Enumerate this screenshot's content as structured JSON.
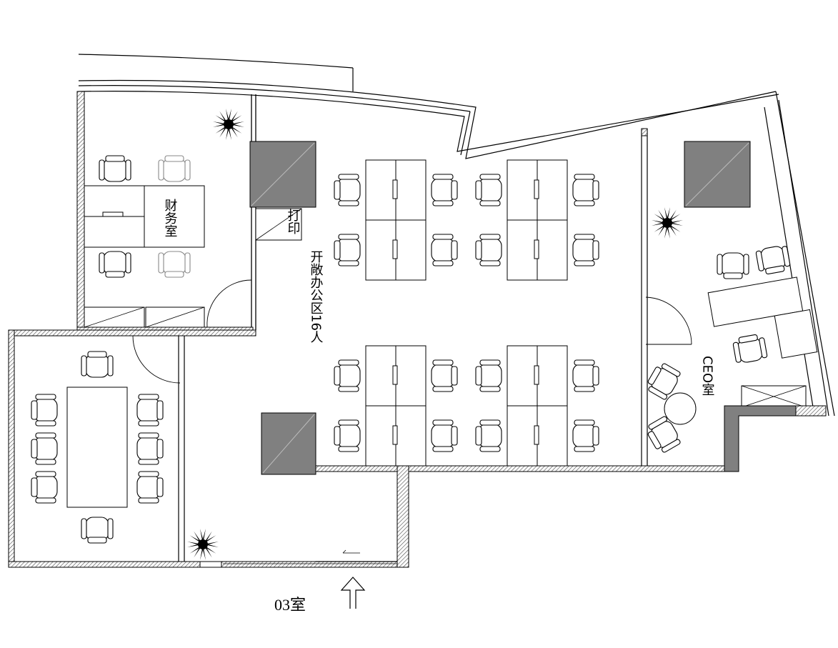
{
  "rooms": {
    "finance": "财务室",
    "print": "打印",
    "open_office": "开敞办公区16人",
    "ceo": "CEO室",
    "unit": "03室"
  }
}
